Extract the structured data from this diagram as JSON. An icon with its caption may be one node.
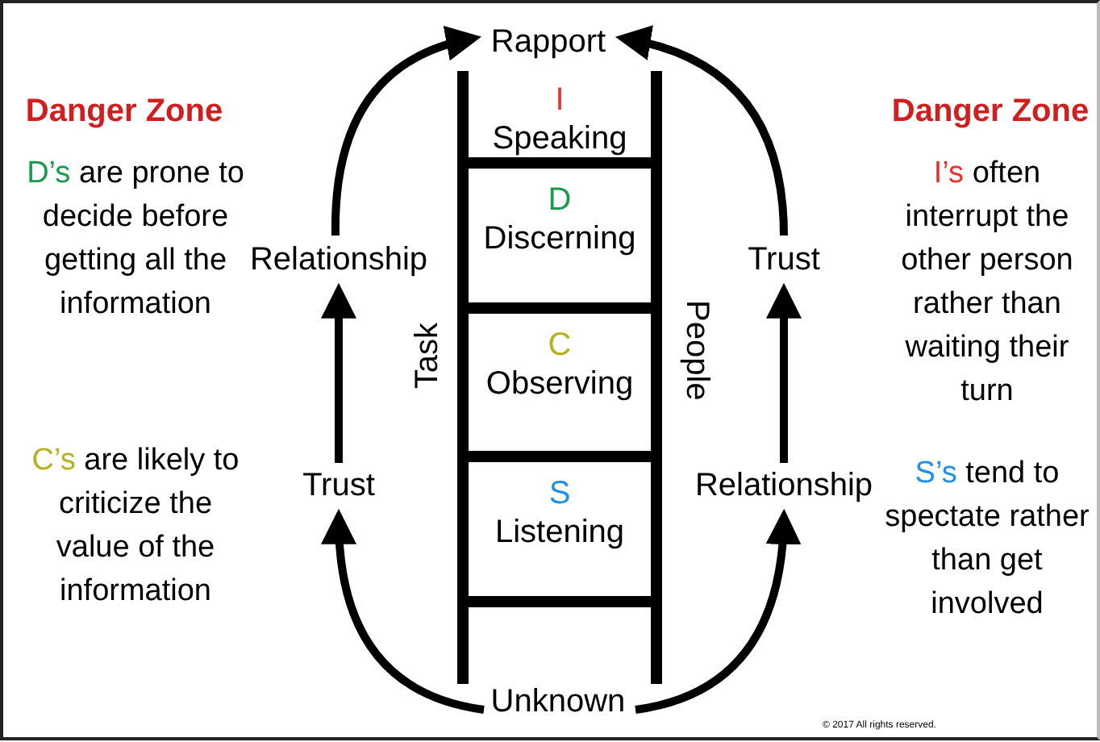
{
  "diagram": {
    "nodes": [
      {
        "text": [
          "Rapport"
        ]
      },
      {
        "text": [
          "I",
          "Speaking"
        ]
      },
      {
        "text": [
          "D",
          "Discerning"
        ]
      },
      {
        "text": [
          "C",
          "Observing"
        ]
      },
      {
        "text": [
          "S",
          "Listening"
        ]
      },
      {
        "text": [
          "Relationship"
        ]
      },
      {
        "text": [
          "Trust"
        ]
      },
      {
        "text": [
          "Trust"
        ]
      },
      {
        "text": [
          "Relationship"
        ]
      },
      {
        "text": [
          "Unknown"
        ]
      }
    ],
    "edges": [
      {
        "from": 9,
        "to": 7,
        "arrow": "to"
      },
      {
        "from": 7,
        "to": 5,
        "arrow": "to"
      },
      {
        "from": 5,
        "to": 0,
        "arrow": "to"
      },
      {
        "from": 9,
        "to": 8,
        "arrow": "to"
      },
      {
        "from": 8,
        "to": 6,
        "arrow": "to"
      },
      {
        "from": 6,
        "to": 0,
        "arrow": "to"
      }
    ],
    "labels": [
      "Danger Zone",
      "D’s are prone to decide before getting all the information",
      "C’s are likely to criticize the value of the information",
      "Task",
      "People",
      "Danger Zone",
      "I’s often interrupt the other person rather than waiting their turn",
      "S’s tend to spectate rather than get involved",
      "© 2017 All rights reserved."
    ]
  }
}
